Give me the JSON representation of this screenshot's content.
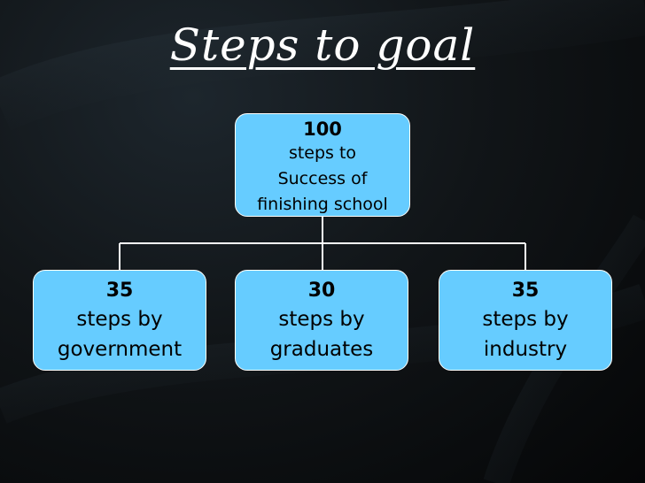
{
  "title": "Steps to goal",
  "root": {
    "value": "100",
    "text": "steps to \nSuccess of\nfinishing school"
  },
  "children": [
    {
      "value": "35",
      "text": "steps by \ngovernment"
    },
    {
      "value": "30",
      "text": "steps by\ngraduates"
    },
    {
      "value": "35",
      "text": "steps by\nindustry"
    }
  ],
  "colors": {
    "box_fill": "#66ccff",
    "connector": "#ffffff",
    "background": "#111518"
  }
}
